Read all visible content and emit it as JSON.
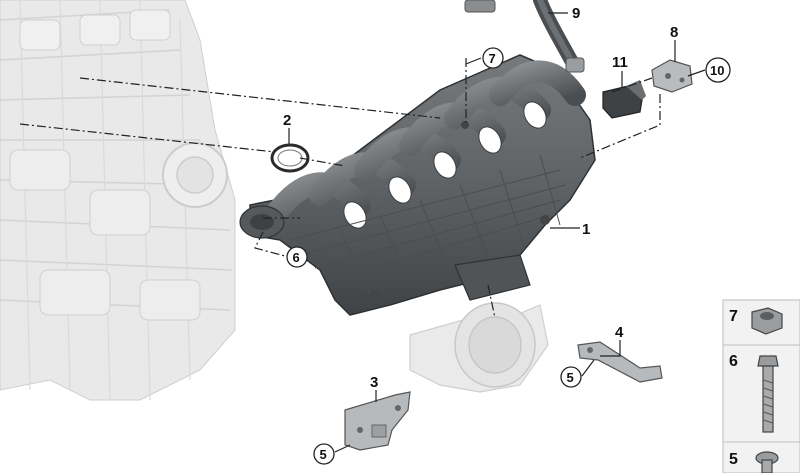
{
  "diagram": {
    "callouts": [
      {
        "id": "c1",
        "label": "1",
        "circled": false
      },
      {
        "id": "c2",
        "label": "2",
        "circled": false
      },
      {
        "id": "c3",
        "label": "3",
        "circled": false
      },
      {
        "id": "c4",
        "label": "4",
        "circled": false
      },
      {
        "id": "c5a",
        "label": "5",
        "circled": true
      },
      {
        "id": "c5b",
        "label": "5",
        "circled": true
      },
      {
        "id": "c6",
        "label": "6",
        "circled": true
      },
      {
        "id": "c7",
        "label": "7",
        "circled": true
      },
      {
        "id": "c8",
        "label": "8",
        "circled": false
      },
      {
        "id": "c9",
        "label": "9",
        "circled": false
      },
      {
        "id": "c10",
        "label": "10",
        "circled": true
      },
      {
        "id": "c11",
        "label": "11",
        "circled": false
      }
    ],
    "legend": [
      {
        "label": "7",
        "part": "nut-icon"
      },
      {
        "label": "6",
        "part": "bolt-icon"
      },
      {
        "label": "5",
        "part": "screw-icon"
      }
    ],
    "colors": {
      "manifold": "#5e6265",
      "manifold_dark": "#3d4143",
      "engine": "#e6e6e6",
      "engine_line": "#c9c9c9",
      "throttle": "#e9e9e9",
      "legend_bg": "#f2f2f2",
      "legend_border": "#bdbdbd"
    }
  }
}
